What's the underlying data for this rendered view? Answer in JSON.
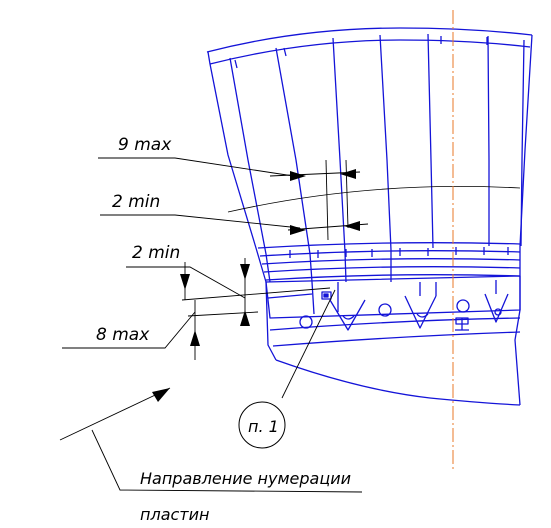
{
  "colors": {
    "outline": "#1414d8",
    "dimension": "#000000",
    "centerline": "#e8782a",
    "background": "#ffffff"
  },
  "labels": {
    "dim_9max": "9 max",
    "dim_2min_upper": "2 min",
    "dim_2min_lower": "2 min",
    "dim_8max": "8 max",
    "callout_p1": "п. 1",
    "direction_line1": "Направление нумерации",
    "direction_line2": "пластин"
  }
}
